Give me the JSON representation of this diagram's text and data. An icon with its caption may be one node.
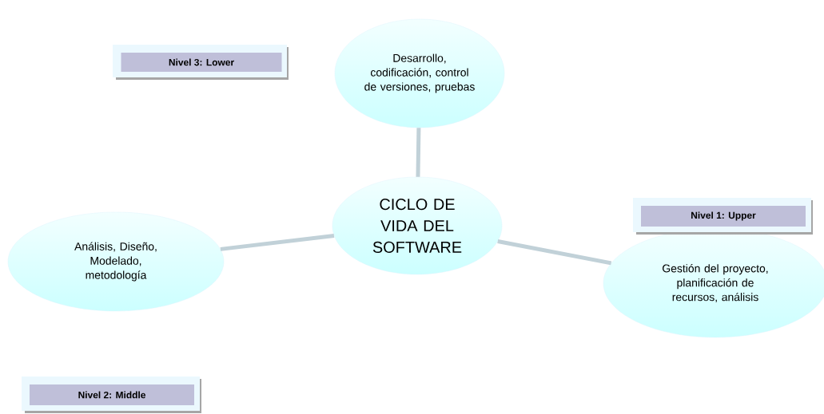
{
  "diagram": {
    "nodes": [
      {
        "text": [
          "CICLO DE VIDA DEL SOFTWARE"
        ]
      },
      {
        "text": [
          "Desarrollo, codificación, control de versiones, pruebas"
        ]
      },
      {
        "text": [
          "Análisis, Diseño, Modelado, metodología"
        ]
      },
      {
        "text": [
          "Gestión del proyecto, planificación de recursos, análisis"
        ]
      },
      {
        "text": [
          "Nivel 3: Lower"
        ]
      },
      {
        "text": [
          "Nivel 1: Upper"
        ]
      },
      {
        "text": [
          "Nivel 2: Middle"
        ]
      }
    ],
    "edges": [
      {
        "from": 0,
        "to": 1,
        "arrow": "none"
      },
      {
        "from": 0,
        "to": 2,
        "arrow": "none"
      },
      {
        "from": 0,
        "to": 3,
        "arrow": "none"
      }
    ]
  }
}
